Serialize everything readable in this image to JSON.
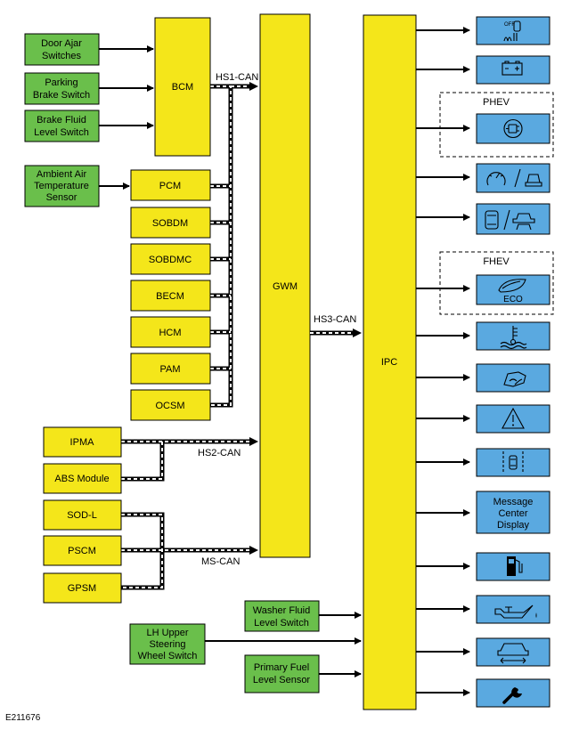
{
  "inputs_left": {
    "door_ajar": [
      "Door Ajar",
      "Switches"
    ],
    "parking_brake": [
      "Parking",
      "Brake Switch"
    ],
    "brake_fluid": [
      "Brake Fluid",
      "Level Switch"
    ],
    "ambient_air": [
      "Ambient Air",
      "Temperature",
      "Sensor"
    ]
  },
  "modules": {
    "bcm": "BCM",
    "pcm": "PCM",
    "sobdm": "SOBDM",
    "sobdmc": "SOBDMC",
    "becm": "BECM",
    "hcm": "HCM",
    "pam": "PAM",
    "ocsm": "OCSM",
    "ipma": "IPMA",
    "abs": "ABS Module",
    "sodl": "SOD-L",
    "pscm": "PSCM",
    "gpsm": "GPSM",
    "gwm": "GWM",
    "ipc": "IPC"
  },
  "buses": {
    "hs1": "HS1-CAN",
    "hs2": "HS2-CAN",
    "hs3": "HS3-CAN",
    "ms": "MS-CAN"
  },
  "inputs_bottom": {
    "washer": [
      "Washer Fluid",
      "Level Switch"
    ],
    "steering": [
      "LH Upper",
      "Steering",
      "Wheel Switch"
    ],
    "fuel": [
      "Primary Fuel",
      "Level Sensor"
    ]
  },
  "groups": {
    "phev": "PHEV",
    "fhev": "FHEV"
  },
  "outputs": {
    "off_label": "OFF",
    "eco_label": "ECO",
    "message_center": [
      "Message",
      "Center",
      "Display"
    ]
  },
  "icons": [
    "tcs-off-icon",
    "battery-icon",
    "plug-in-icon",
    "cruise-driver-assist-icon",
    "adaptive-cruise-icon",
    "eco-leaf-icon",
    "coolant-temperature-icon",
    "slippery-road-icon",
    "warning-triangle-icon",
    "lane-keeping-icon",
    "fuel-pump-icon",
    "oil-pressure-icon",
    "vehicle-lift-icon",
    "wrench-icon"
  ],
  "colors": {
    "green": "#6abf4b",
    "yellow": "#f4e61a",
    "blue": "#5aa9e0"
  },
  "figure_id": "E211676"
}
